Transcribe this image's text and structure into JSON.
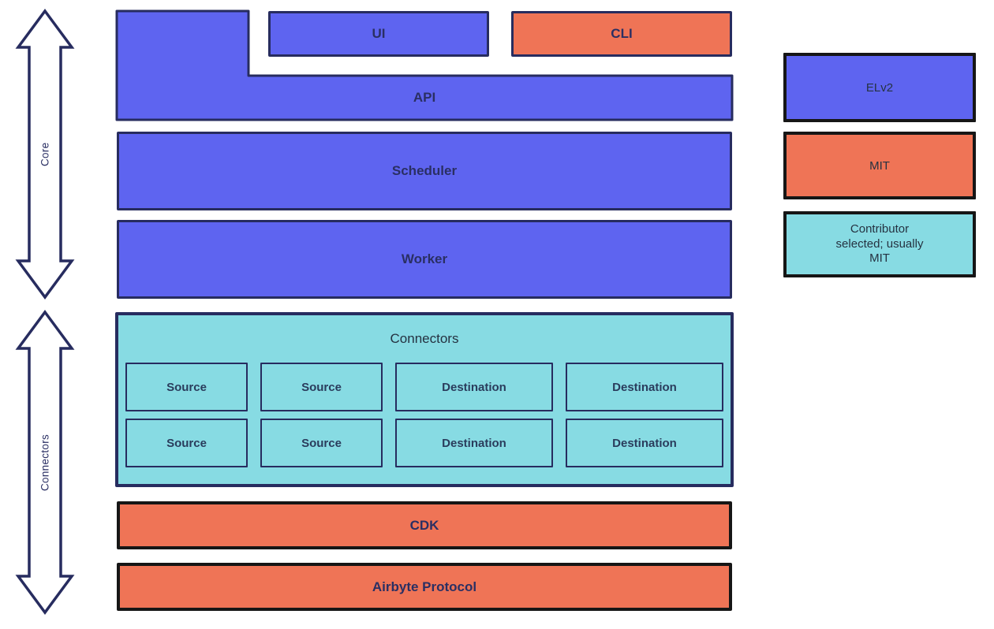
{
  "colors": {
    "blue": "#5E64F0",
    "orange": "#EF7456",
    "teal": "#87DBE3",
    "navy_border": "#272C5F",
    "black_border": "#161616",
    "navy_text": "#2A2F63",
    "dark_text": "#253241",
    "cell_text": "#2A3C5C"
  },
  "groups": [
    {
      "label": "Core"
    },
    {
      "label": "Connectors"
    }
  ],
  "blocks": {
    "ui": "UI",
    "cli": "CLI",
    "api": "API",
    "scheduler": "Scheduler",
    "worker": "Worker",
    "connectors_title": "Connectors",
    "connector_cells": [
      [
        "Source",
        "Source",
        "Destination",
        "Destination"
      ],
      [
        "Source",
        "Source",
        "Destination",
        "Destination"
      ]
    ],
    "cdk": "CDK",
    "protocol": "Airbyte Protocol"
  },
  "legend": [
    {
      "label": "ELv2",
      "color": "#5E64F0"
    },
    {
      "label": "MIT",
      "color": "#EF7456"
    },
    {
      "label": "Contributor selected; usually MIT",
      "color": "#87DBE3"
    }
  ]
}
